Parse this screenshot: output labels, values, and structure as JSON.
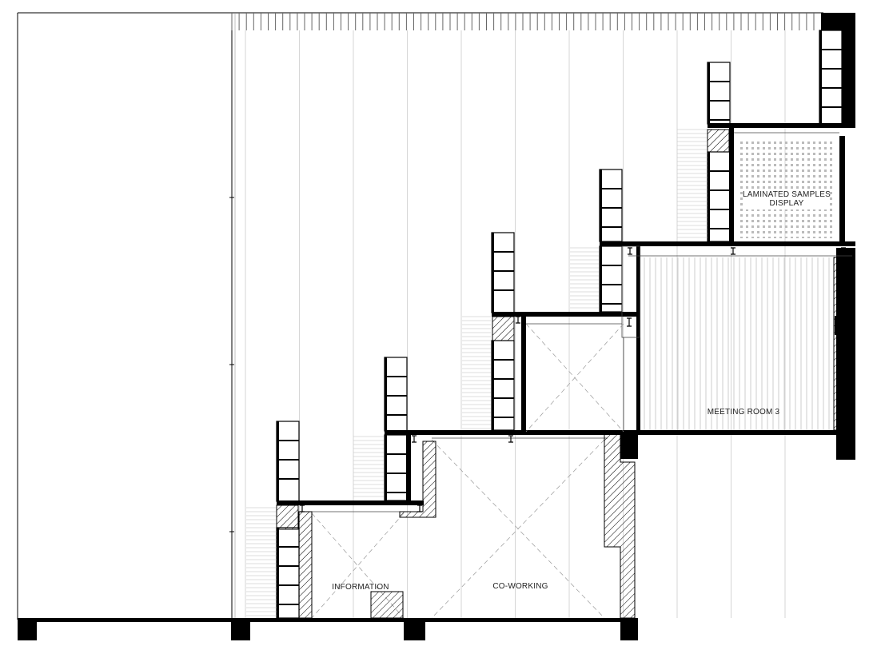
{
  "rooms": {
    "laminated_line1": "LAMINATED SAMPLES",
    "laminated_line2": "DISPLAY",
    "meeting_room": "MEETING ROOM 3",
    "information": "INFORMATION",
    "coworking": "CO-WORKING"
  },
  "colors": {
    "wall": "#000000",
    "thin_line": "#555555",
    "hatch": "#000000",
    "background": "#ffffff"
  }
}
